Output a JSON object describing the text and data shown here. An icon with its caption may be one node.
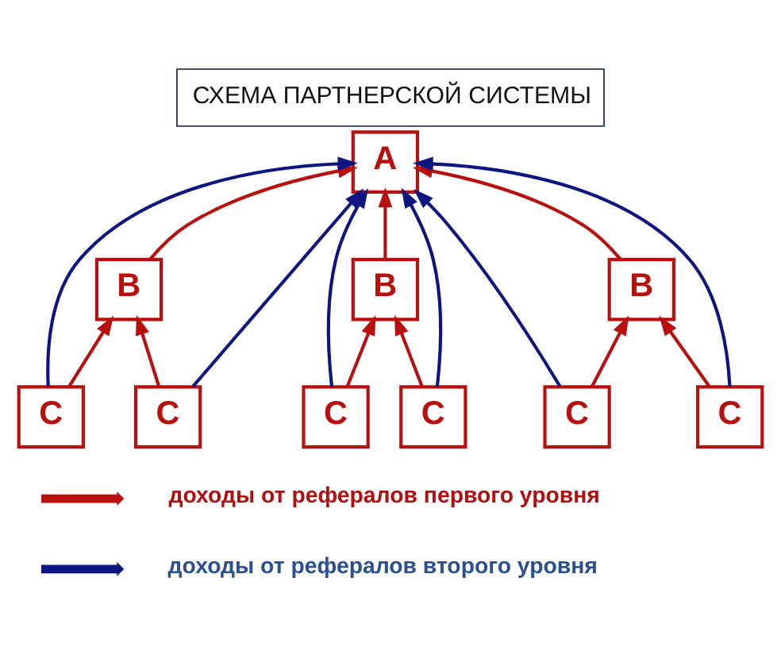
{
  "diagram": {
    "title": "СХЕМА ПАРТНЕРСКОЙ СИСТЕМЫ",
    "nodes": [
      {
        "text": [
          "A"
        ]
      },
      {
        "text": [
          "B"
        ]
      },
      {
        "text": [
          "B"
        ]
      },
      {
        "text": [
          "B"
        ]
      },
      {
        "text": [
          "C"
        ]
      },
      {
        "text": [
          "C"
        ]
      },
      {
        "text": [
          "C"
        ]
      },
      {
        "text": [
          "C"
        ]
      },
      {
        "text": [
          "C"
        ]
      },
      {
        "text": [
          "C"
        ]
      }
    ],
    "edges": [
      {
        "from": 1,
        "to": 0,
        "arrow": "to"
      },
      {
        "from": 2,
        "to": 0,
        "arrow": "to"
      },
      {
        "from": 3,
        "to": 0,
        "arrow": "to"
      },
      {
        "from": 4,
        "to": 1,
        "arrow": "to"
      },
      {
        "from": 5,
        "to": 1,
        "arrow": "to"
      },
      {
        "from": 6,
        "to": 2,
        "arrow": "to"
      },
      {
        "from": 7,
        "to": 2,
        "arrow": "to"
      },
      {
        "from": 8,
        "to": 3,
        "arrow": "to"
      },
      {
        "from": 9,
        "to": 3,
        "arrow": "to"
      },
      {
        "from": 4,
        "to": 0,
        "arrow": "to",
        "color": "#0c1580"
      },
      {
        "from": 5,
        "to": 0,
        "arrow": "to",
        "color": "#0c1580"
      },
      {
        "from": 6,
        "to": 0,
        "arrow": "to",
        "color": "#0c1580"
      },
      {
        "from": 7,
        "to": 0,
        "arrow": "to",
        "color": "#0c1580"
      },
      {
        "from": 8,
        "to": 0,
        "arrow": "to",
        "color": "#0c1580"
      },
      {
        "from": 9,
        "to": 0,
        "arrow": "to",
        "color": "#0c1580"
      }
    ],
    "legend": [
      {
        "text": "доходы от рефералов первого уровня",
        "color": "#b80f0f"
      },
      {
        "text": "доходы от рефералов второго уровня",
        "color": "#0c1580"
      }
    ]
  }
}
